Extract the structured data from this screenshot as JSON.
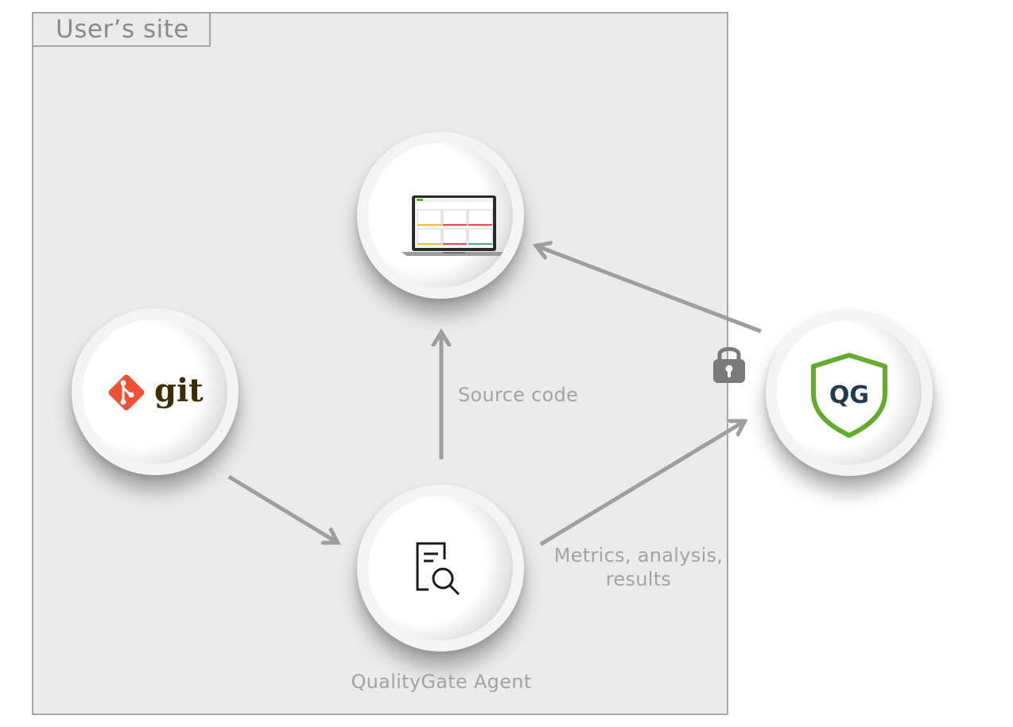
{
  "site": {
    "title": "User’s site"
  },
  "nodes": {
    "laptop": {
      "icon": "laptop-dashboard-icon"
    },
    "git": {
      "icon": "git-logo-icon",
      "wordmark": "git"
    },
    "agent": {
      "icon": "document-search-icon",
      "caption": "QualityGate Agent"
    },
    "qualitygate": {
      "icon": "qualitygate-shield-icon",
      "logo_text": "QG"
    }
  },
  "labels": {
    "source_code": "Source code",
    "metrics": "Metrics, analysis, results"
  },
  "icons": {
    "lock": "lock-icon"
  },
  "colors": {
    "site_background": "#ebebeb",
    "site_border": "#a6a6a6",
    "arrow": "#9e9e9e",
    "label_text": "#a3a3a3",
    "git_orange": "#f05033",
    "git_wordmark": "#3e2c00",
    "qg_green": "#64ac2e",
    "qg_navy": "#1f3b4d"
  }
}
